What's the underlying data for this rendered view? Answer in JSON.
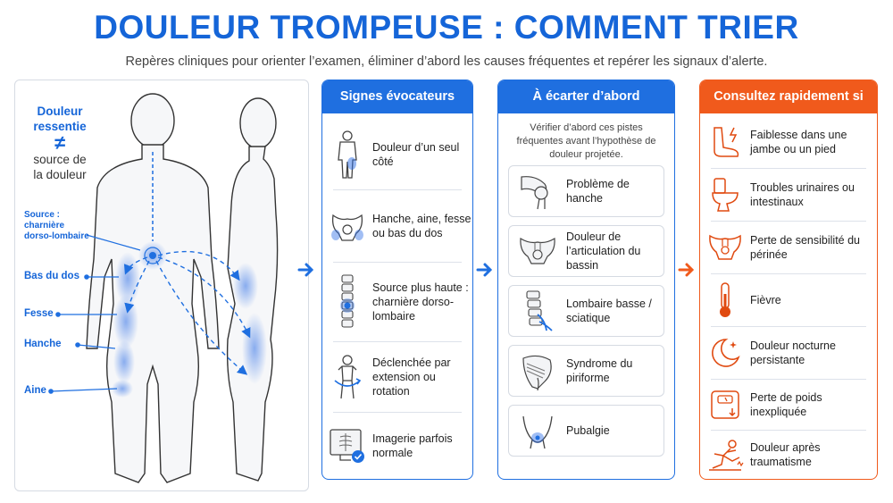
{
  "title": "DOULEUR TROMPEUSE : COMMENT TRIER",
  "subtitle": "Repères cliniques pour orienter l’examen, éliminer d’abord les causes fréquentes et repérer les signaux d’alerte.",
  "colors": {
    "blue": "#1f6fe0",
    "orange": "#f05a1c",
    "title_blue": "#1565d8"
  },
  "anatomy": {
    "headline_line1": "Douleur",
    "headline_line2": "ressentie",
    "neq": "≠",
    "source_line1": "source de",
    "source_line2": "la douleur",
    "source_label_line1": "Source :",
    "source_label_line2": "charnière",
    "source_label_line3": "dorso-lombaire",
    "labels": {
      "lower_back": "Bas du dos",
      "buttock": "Fesse",
      "hip": "Hanche",
      "groin": "Aine"
    }
  },
  "signs": {
    "header": "Signes évocateurs",
    "items": [
      {
        "text": "Douleur d’un seul côté",
        "icon": "person-one-side-icon"
      },
      {
        "text": "Hanche, aine, fesse ou bas du dos",
        "icon": "pelvis-icon"
      },
      {
        "text": "Source plus haute : charnière dorso-lombaire",
        "icon": "spine-icon"
      },
      {
        "text": "Déclenchée par extension ou rotation",
        "icon": "rotation-icon"
      },
      {
        "text": "Imagerie parfois normale",
        "icon": "xray-monitor-icon"
      }
    ]
  },
  "rule_out": {
    "header": "À écarter d’abord",
    "intro": "Vérifier d’abord ces pistes fréquentes avant l’hypothèse de douleur projetée.",
    "items": [
      {
        "text": "Problème de hanche",
        "icon": "hip-joint-icon"
      },
      {
        "text": "Douleur de l’articulation du bassin",
        "icon": "pelvis-joint-icon"
      },
      {
        "text": "Lombaire basse / sciatique",
        "icon": "lumbar-nerve-icon"
      },
      {
        "text": "Syndrome du piriforme",
        "icon": "piriformis-icon"
      },
      {
        "text": "Pubalgie",
        "icon": "pubis-icon"
      }
    ]
  },
  "urgent": {
    "header": "Consultez rapidement si",
    "items": [
      {
        "text": "Faiblesse dans une jambe ou un pied",
        "icon": "foot-weakness-icon"
      },
      {
        "text": "Troubles urinaires ou intestinaux",
        "icon": "toilet-icon"
      },
      {
        "text": "Perte de sensibilité du périnée",
        "icon": "pelvis-numb-icon"
      },
      {
        "text": "Fièvre",
        "icon": "thermometer-icon"
      },
      {
        "text": "Douleur nocturne persistante",
        "icon": "moon-icon"
      },
      {
        "text": "Perte de poids inexpliquée",
        "icon": "scale-icon"
      },
      {
        "text": "Douleur après traumatisme",
        "icon": "fall-icon"
      }
    ]
  }
}
